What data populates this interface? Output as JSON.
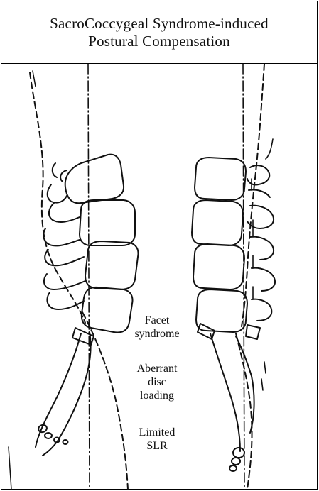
{
  "title": {
    "line1": "SacroCoccygeal Syndrome-induced",
    "line2": "Postural Compensation"
  },
  "labels": {
    "facet_line1": "Facet",
    "facet_line2": "syndrome",
    "aberrant_line1": "Aberrant",
    "aberrant_line2": "disc",
    "aberrant_line3": "loading",
    "slr_line1": "Limited",
    "slr_line2": "SLR"
  },
  "colors": {
    "ink": "#111111",
    "background": "#ffffff"
  }
}
